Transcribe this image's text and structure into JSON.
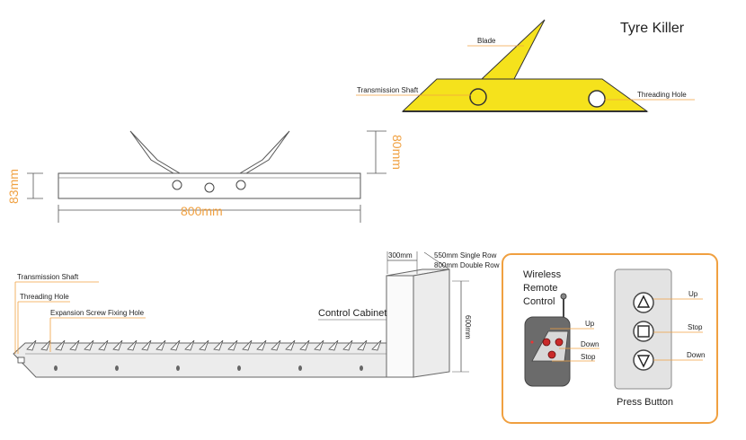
{
  "title": "Tyre Killer",
  "blade_view": {
    "blade": "Blade",
    "transmission_shaft": "Transmission Shaft",
    "threading_hole": "Threading Hole"
  },
  "side_view": {
    "length": "800mm",
    "height": "83mm",
    "depth": "80mm"
  },
  "installation": {
    "transmission_shaft": "Transmission Shaft",
    "threading_hole": "Threading Hole",
    "expansion_screw": "Expansion Screw Fixing Hole",
    "control_cabinet": "Control Cabinet",
    "cabinet_width": "300mm",
    "row_single": "550mm Single Row",
    "row_double": "800mm Double Row",
    "cabinet_height": "600mm"
  },
  "remote": {
    "title_line1": "Wireless",
    "title_line2": "Remote",
    "title_line3": "Control",
    "up": "Up",
    "down": "Down",
    "stop": "Stop"
  },
  "press_button": {
    "caption": "Press Button",
    "up": "Up",
    "stop": "Stop",
    "down": "Down"
  },
  "colors": {
    "yellow": "#f5e21c",
    "dimension": "#f0a040",
    "frame": "#f0a040"
  }
}
